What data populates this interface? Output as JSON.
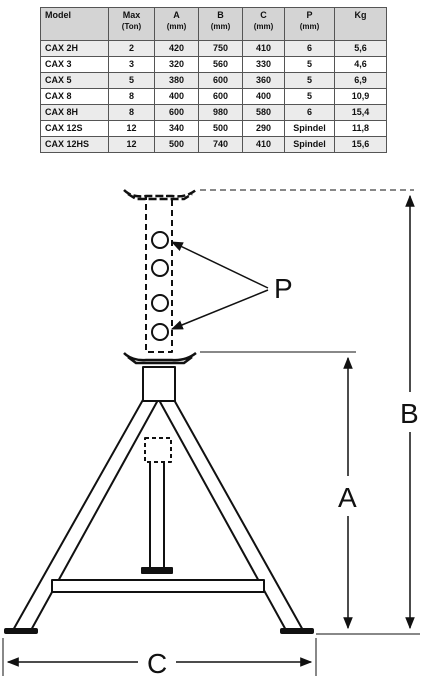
{
  "table": {
    "headers": [
      {
        "label": "Model",
        "unit": ""
      },
      {
        "label": "Max",
        "unit": "(Ton)"
      },
      {
        "label": "A",
        "unit": "(mm)"
      },
      {
        "label": "B",
        "unit": "(mm)"
      },
      {
        "label": "C",
        "unit": "(mm)"
      },
      {
        "label": "P",
        "unit": "(mm)"
      },
      {
        "label": "Kg",
        "unit": ""
      }
    ],
    "rows": [
      [
        "CAX 2H",
        "2",
        "420",
        "750",
        "410",
        "6",
        "5,6"
      ],
      [
        "CAX 3",
        "3",
        "320",
        "560",
        "330",
        "5",
        "4,6"
      ],
      [
        "CAX 5",
        "5",
        "380",
        "600",
        "360",
        "5",
        "6,9"
      ],
      [
        "CAX 8",
        "8",
        "400",
        "600",
        "400",
        "5",
        "10,9"
      ],
      [
        "CAX 8H",
        "8",
        "600",
        "980",
        "580",
        "6",
        "15,4"
      ],
      [
        "CAX 12S",
        "12",
        "340",
        "500",
        "290",
        "Spindel",
        "11,8"
      ],
      [
        "CAX 12HS",
        "12",
        "500",
        "740",
        "410",
        "Spindel",
        "15,6"
      ]
    ]
  },
  "diagram": {
    "labels": {
      "a": "A",
      "b": "B",
      "c": "C",
      "p": "P"
    },
    "line_color": "#111111",
    "fill_color": "#ffffff"
  }
}
